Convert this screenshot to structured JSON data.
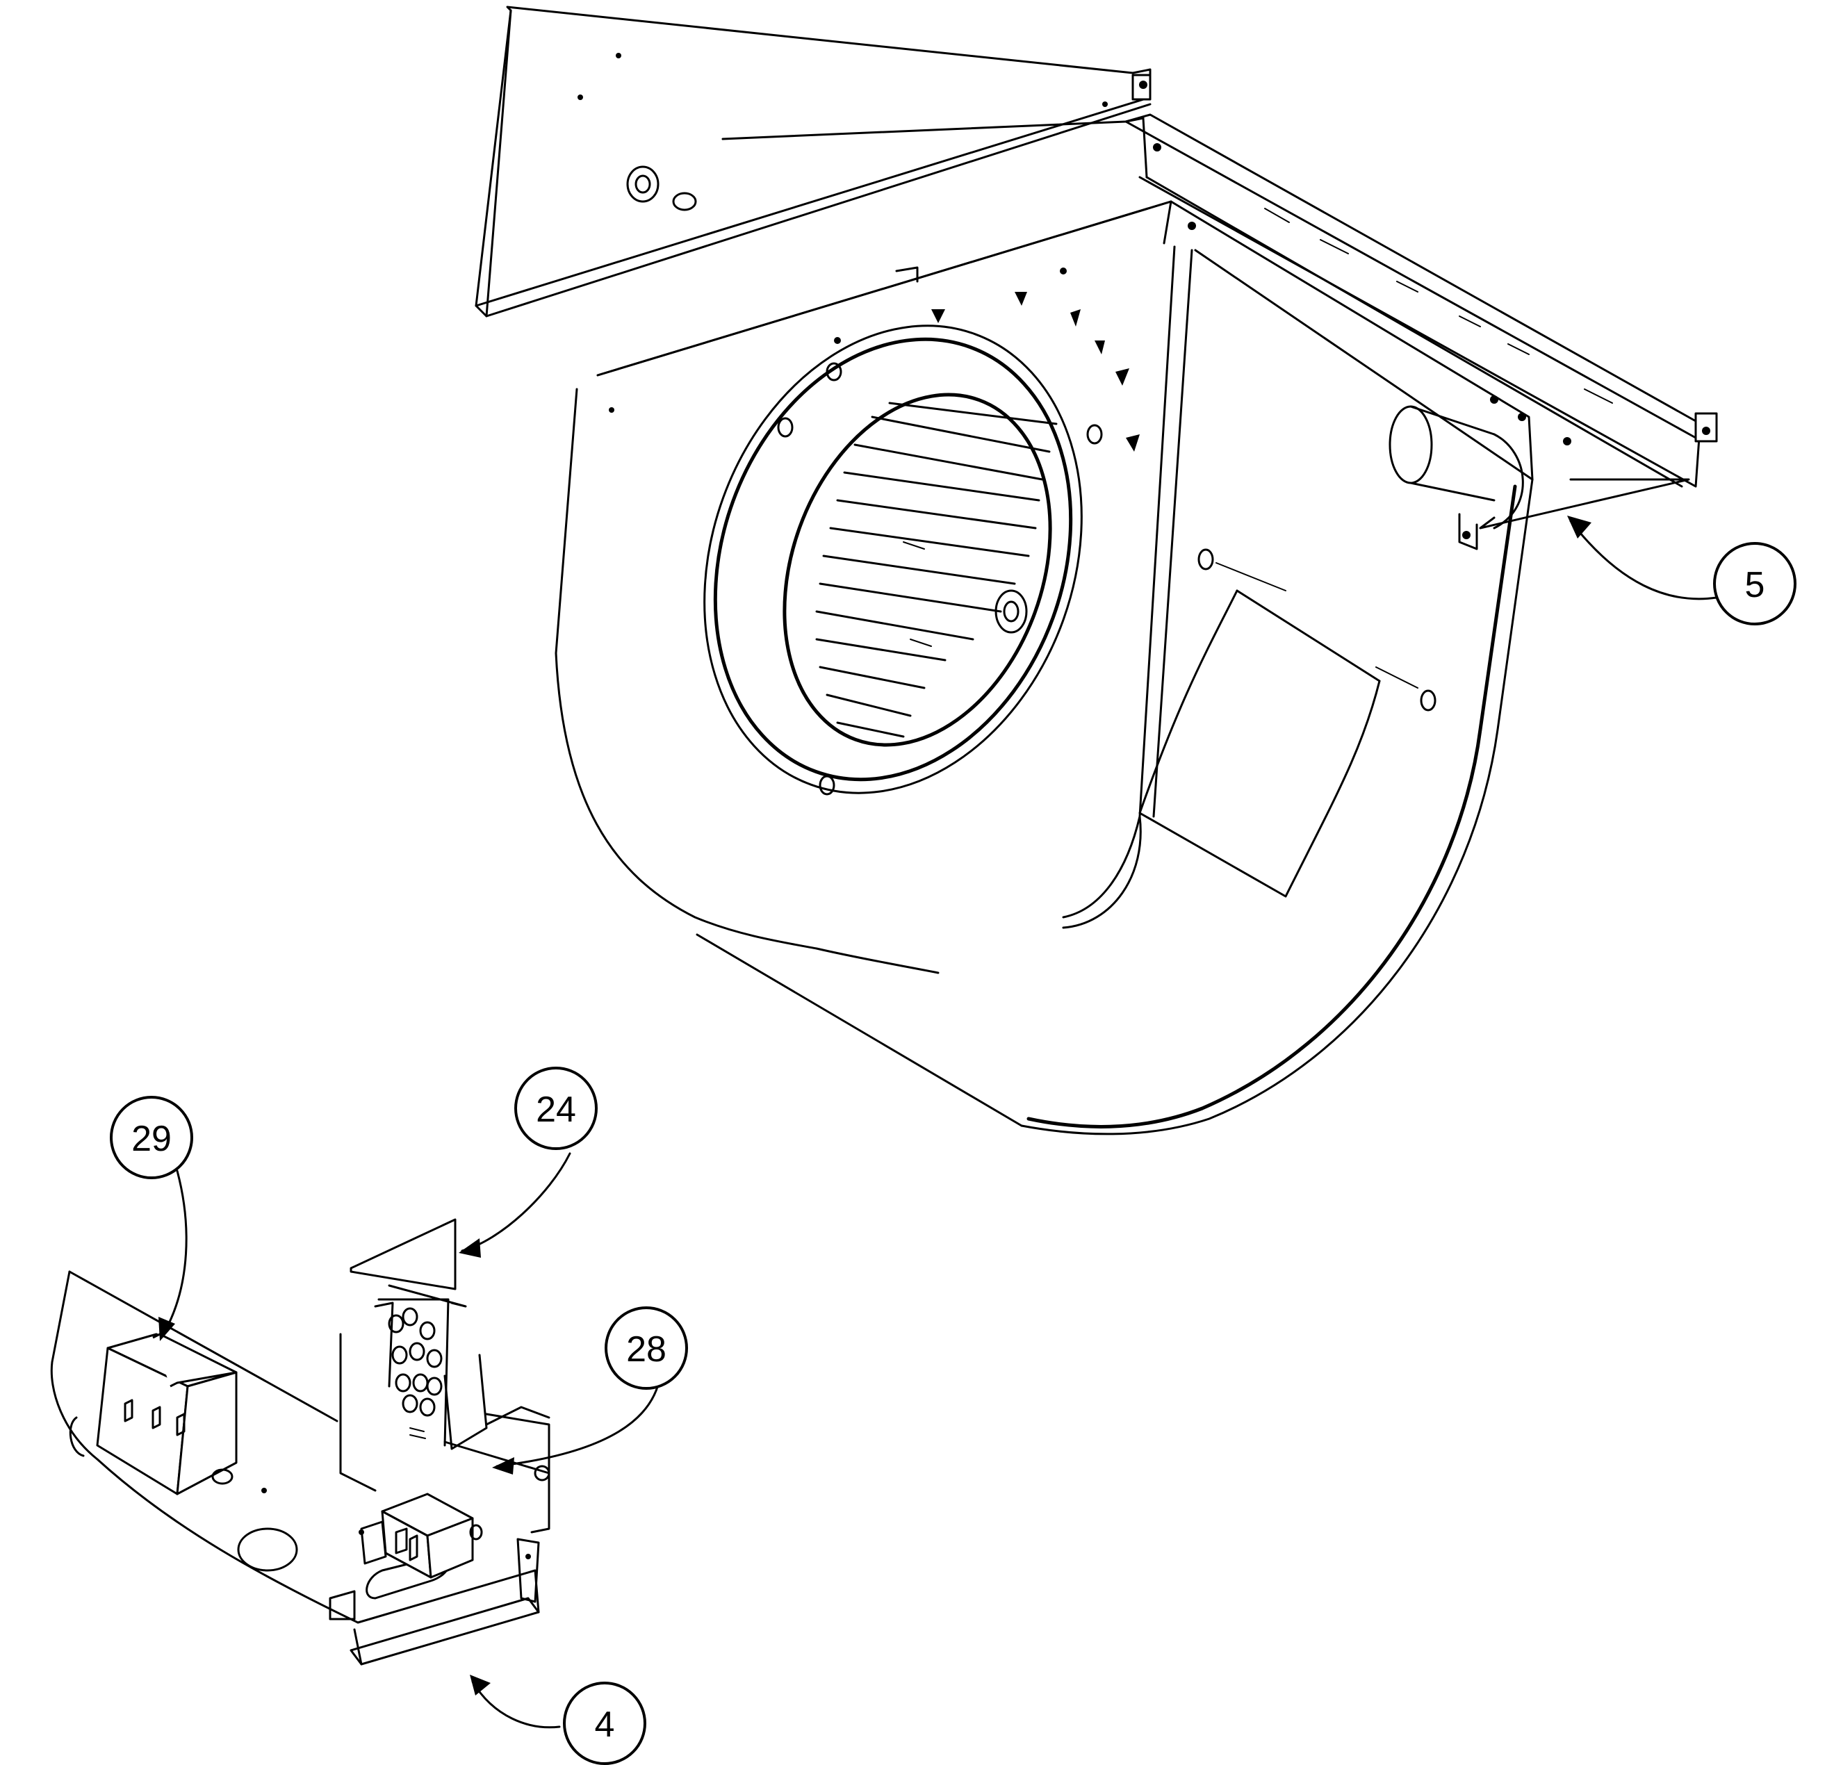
{
  "diagram": {
    "type": "exploded-parts-view",
    "callouts": [
      {
        "id": "callout-5",
        "label": "5"
      },
      {
        "id": "callout-24",
        "label": "24"
      },
      {
        "id": "callout-28",
        "label": "28"
      },
      {
        "id": "callout-29",
        "label": "29"
      },
      {
        "id": "callout-4",
        "label": "4"
      }
    ],
    "colors": {
      "line": "#000000",
      "background": "#ffffff"
    }
  }
}
